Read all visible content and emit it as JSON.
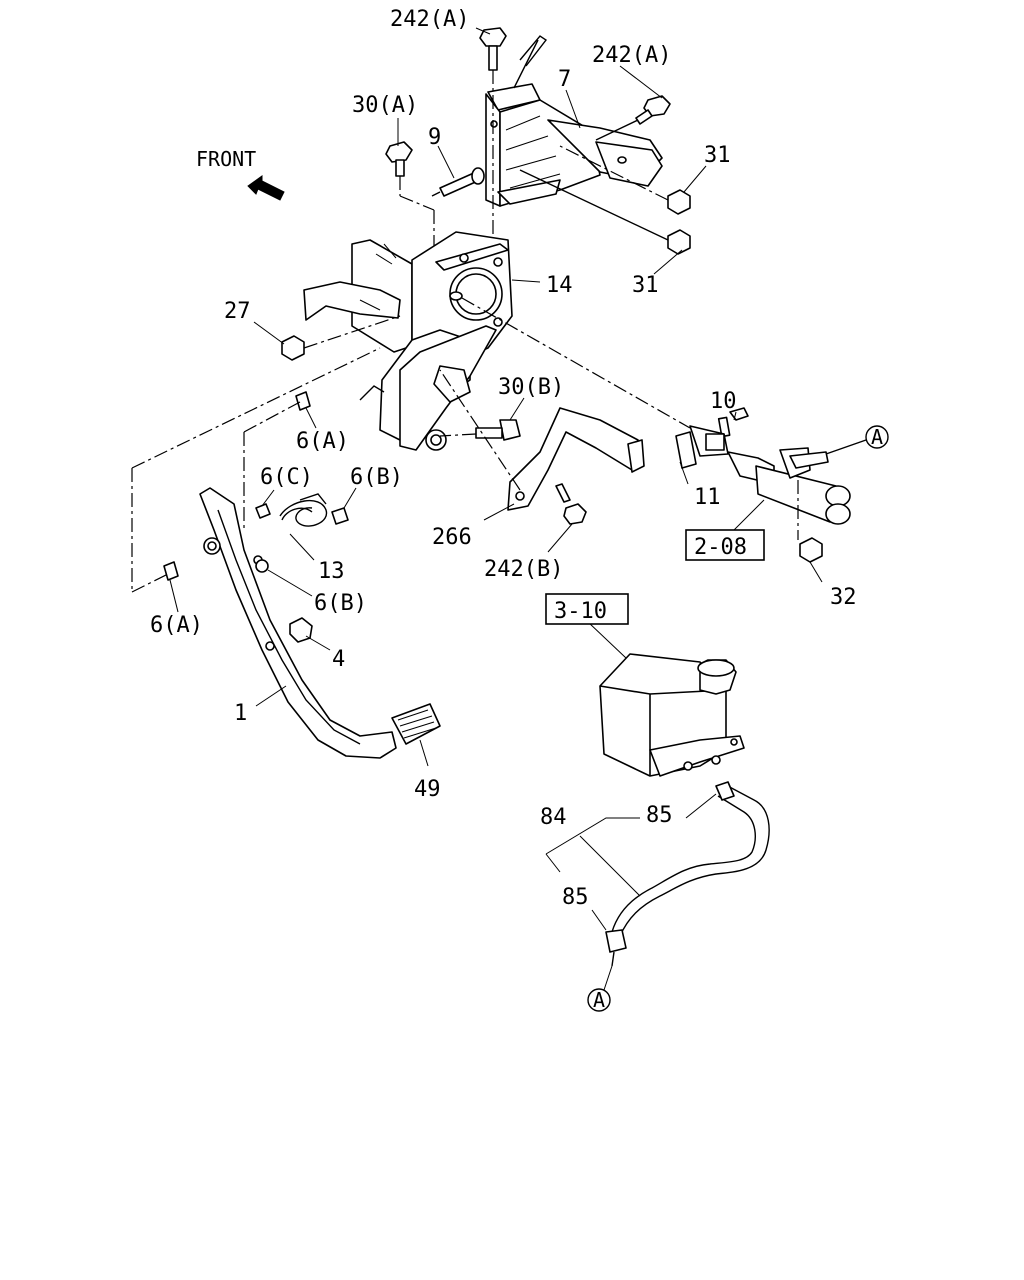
{
  "front_label": "FRONT",
  "labels": {
    "p242a_top": "242(A)",
    "p242a_right": "242(A)",
    "p7": "7",
    "p30a": "30(A)",
    "p9": "9",
    "p31_upper": "31",
    "p31_lower": "31",
    "p14": "14",
    "p27": "27",
    "p10": "10",
    "p30b": "30(B)",
    "p6a_upper": "6(A)",
    "p11": "11",
    "p6c": "6(C)",
    "p6b_upper": "6(B)",
    "p266": "266",
    "p242b": "242(B)",
    "p13": "13",
    "p6b_lower": "6(B)",
    "p6a_lower": "6(A)",
    "p32": "32",
    "p4": "4",
    "p1": "1",
    "p49": "49",
    "p84": "84",
    "p85_upper": "85",
    "p85_lower": "85"
  },
  "refs": {
    "box_2_08": "2-08",
    "box_3_10": "3-10",
    "conn_a_right": "A",
    "conn_a_bottom": "A"
  }
}
